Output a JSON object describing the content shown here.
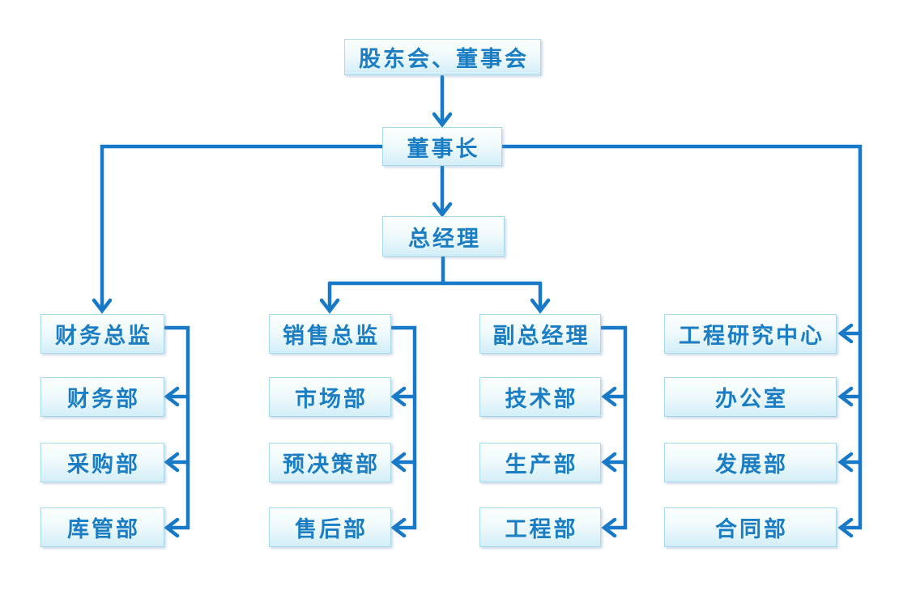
{
  "diagram": {
    "type": "org-chart",
    "colors": {
      "line": "#1779C8",
      "box_border": "#A9D9EC",
      "box_fill_top": "#FCFEFD",
      "box_fill_bottom": "#D3EEF8",
      "text": "#1B7EC4",
      "background": "#FFFFFF"
    },
    "nodes": {
      "shareholders": {
        "label": "股东会、董事会"
      },
      "chairman": {
        "label": "董事长"
      },
      "general_manager": {
        "label": "总经理"
      },
      "finance_director": {
        "label": "财务总监"
      },
      "finance_dept": {
        "label": "财务部"
      },
      "procurement_dept": {
        "label": "采购部"
      },
      "warehouse_dept": {
        "label": "库管部"
      },
      "sales_director": {
        "label": "销售总监"
      },
      "marketing_dept": {
        "label": "市场部"
      },
      "budget_dept": {
        "label": "预决策部"
      },
      "aftersales_dept": {
        "label": "售后部"
      },
      "deputy_gm": {
        "label": "副总经理"
      },
      "tech_dept": {
        "label": "技术部"
      },
      "production_dept": {
        "label": "生产部"
      },
      "engineering_dept": {
        "label": "工程部"
      },
      "research_center": {
        "label": "工程研究中心"
      },
      "office": {
        "label": "办公室"
      },
      "development_dept": {
        "label": "发展部"
      },
      "contract_dept": {
        "label": "合同部"
      }
    },
    "edges": [
      {
        "from": "shareholders",
        "to": "chairman"
      },
      {
        "from": "chairman",
        "to": "general_manager"
      },
      {
        "from": "chairman",
        "to": "finance_director"
      },
      {
        "from": "chairman",
        "to": "research_center"
      },
      {
        "from": "chairman",
        "to": "office"
      },
      {
        "from": "chairman",
        "to": "development_dept"
      },
      {
        "from": "chairman",
        "to": "contract_dept"
      },
      {
        "from": "general_manager",
        "to": "sales_director"
      },
      {
        "from": "general_manager",
        "to": "deputy_gm"
      },
      {
        "from": "finance_director",
        "to": "finance_dept"
      },
      {
        "from": "finance_director",
        "to": "procurement_dept"
      },
      {
        "from": "finance_director",
        "to": "warehouse_dept"
      },
      {
        "from": "sales_director",
        "to": "marketing_dept"
      },
      {
        "from": "sales_director",
        "to": "budget_dept"
      },
      {
        "from": "sales_director",
        "to": "aftersales_dept"
      },
      {
        "from": "deputy_gm",
        "to": "tech_dept"
      },
      {
        "from": "deputy_gm",
        "to": "production_dept"
      },
      {
        "from": "deputy_gm",
        "to": "engineering_dept"
      }
    ]
  }
}
